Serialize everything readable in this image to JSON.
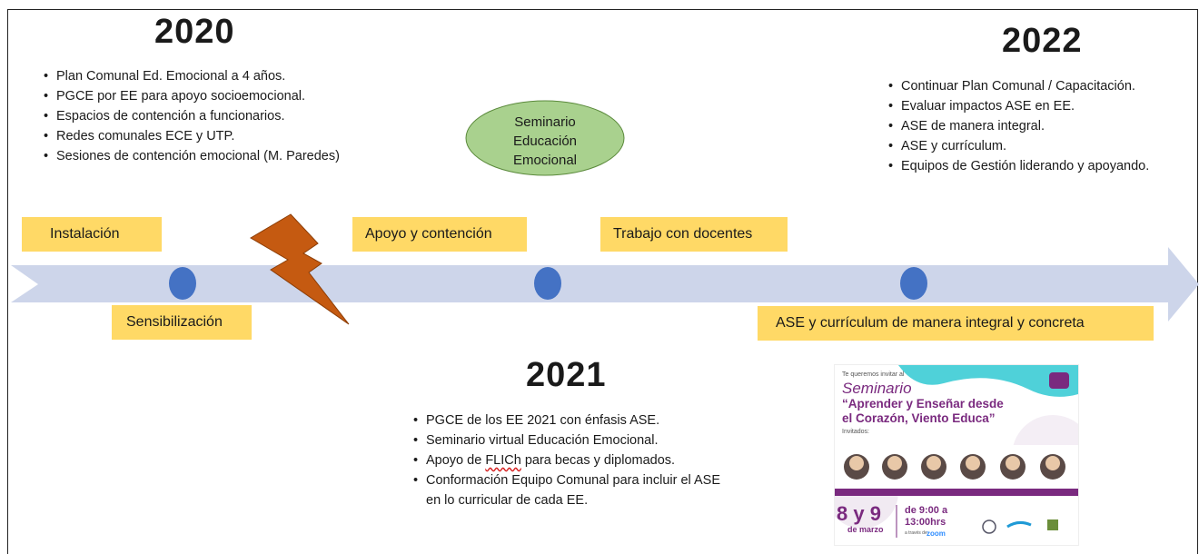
{
  "years": {
    "y2020": "2020",
    "y2021": "2021",
    "y2022": "2022"
  },
  "bullets_2020": [
    "Plan Comunal Ed. Emocional a 4 años.",
    "PGCE por EE para apoyo socioemocional.",
    "Espacios de contención a funcionarios.",
    "Redes comunales ECE y UTP.",
    "Sesiones de contención emocional (M. Paredes)"
  ],
  "bullets_2021": [
    "PGCE de los EE 2021 con énfasis ASE.",
    "Seminario virtual Educación Emocional.",
    "Apoyo de FLICh para becas y diplomados.",
    "Conformación Equipo Comunal para incluir el ASE en lo curricular de cada EE."
  ],
  "bullets_2021_flagged_word": "FLICh",
  "bullets_2022": [
    "Continuar Plan Comunal / Capacitación.",
    "Evaluar impactos ASE en EE.",
    "ASE de manera integral.",
    "ASE y currículum.",
    "Equipos de Gestión liderando y apoyando."
  ],
  "stages": {
    "instalacion": "Instalación",
    "sensibilizacion": "Sensibilización",
    "apoyo": "Apoyo y contención",
    "trabajo": "Trabajo con docentes",
    "ase": "ASE y currículum de manera integral y concreta"
  },
  "seminar_oval": {
    "line1": "Seminario",
    "line2": "Educación",
    "line3": "Emocional"
  },
  "flyer": {
    "invite": "Te queremos invitar al",
    "word": "Seminario",
    "title_line1": "“Aprender y Enseñar desde",
    "title_line2": "el Corazón, Viento Educa”",
    "guests_label": "Invitados:",
    "date_big": "8 y 9",
    "date_small": "de marzo",
    "time_line1": "de 9:00 a",
    "time_line2": "13:00hrs",
    "via": "a través de",
    "platform": "zoom"
  },
  "colors": {
    "arrow_fill": "#cdd5ea",
    "dot": "#4472c4",
    "tag": "#ffd966",
    "oval": "#a9d18e",
    "bolt": "#c55a11",
    "flyer_purple": "#7a2a7f",
    "flyer_teal": "#4fd1d9"
  }
}
